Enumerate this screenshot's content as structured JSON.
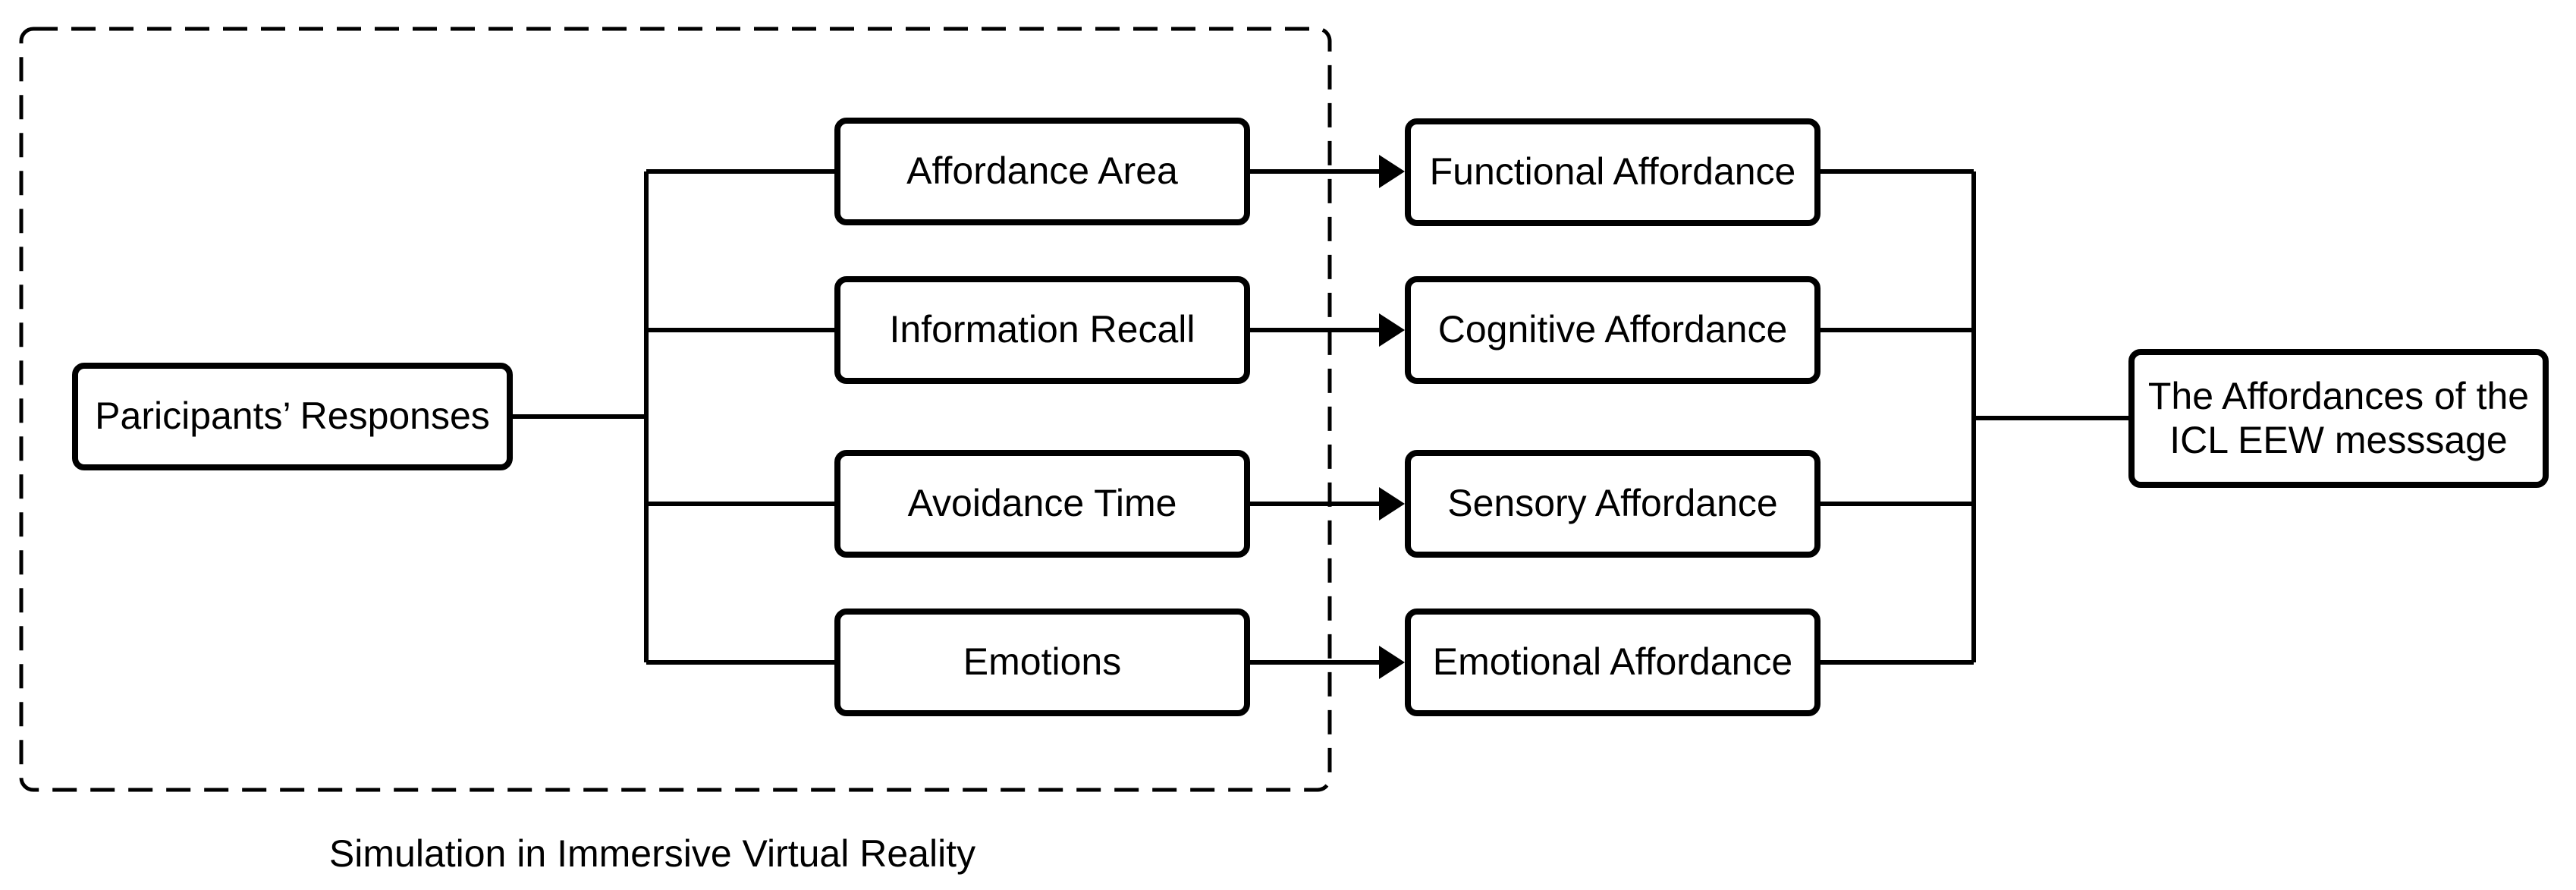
{
  "figure": {
    "background_color": "#ffffff",
    "line_color": "#000000",
    "caption": "Simulation in Immersive Virtual Reality",
    "nodes": {
      "participants": {
        "label": "Paricipants’ Responses"
      },
      "affordance_area": {
        "label": "Affordance Area"
      },
      "information_recall": {
        "label": "Information Recall"
      },
      "avoidance_time": {
        "label": "Avoidance Time"
      },
      "emotions": {
        "label": "Emotions"
      },
      "functional": {
        "label": "Functional Affordance"
      },
      "cognitive": {
        "label": "Cognitive Affordance"
      },
      "sensory": {
        "label": "Sensory Affordance"
      },
      "emotional": {
        "label": "Emotional Affordance"
      },
      "outcome": {
        "label": "The Affordances of the ICL EEW messsage"
      }
    },
    "dashed_group": {
      "contains": [
        "participants",
        "affordance_area",
        "information_recall",
        "avoidance_time",
        "emotions"
      ],
      "caption": "Simulation in Immersive Virtual Reality"
    },
    "edges": [
      {
        "from": "participants",
        "to": "affordance_area",
        "arrow": false
      },
      {
        "from": "participants",
        "to": "information_recall",
        "arrow": false
      },
      {
        "from": "participants",
        "to": "avoidance_time",
        "arrow": false
      },
      {
        "from": "participants",
        "to": "emotions",
        "arrow": false
      },
      {
        "from": "affordance_area",
        "to": "functional",
        "arrow": true
      },
      {
        "from": "information_recall",
        "to": "cognitive",
        "arrow": true
      },
      {
        "from": "avoidance_time",
        "to": "sensory",
        "arrow": true
      },
      {
        "from": "emotions",
        "to": "emotional",
        "arrow": true
      },
      {
        "from": "functional",
        "to": "outcome",
        "arrow": false
      },
      {
        "from": "cognitive",
        "to": "outcome",
        "arrow": false
      },
      {
        "from": "sensory",
        "to": "outcome",
        "arrow": false
      },
      {
        "from": "emotional",
        "to": "outcome",
        "arrow": false
      }
    ]
  }
}
